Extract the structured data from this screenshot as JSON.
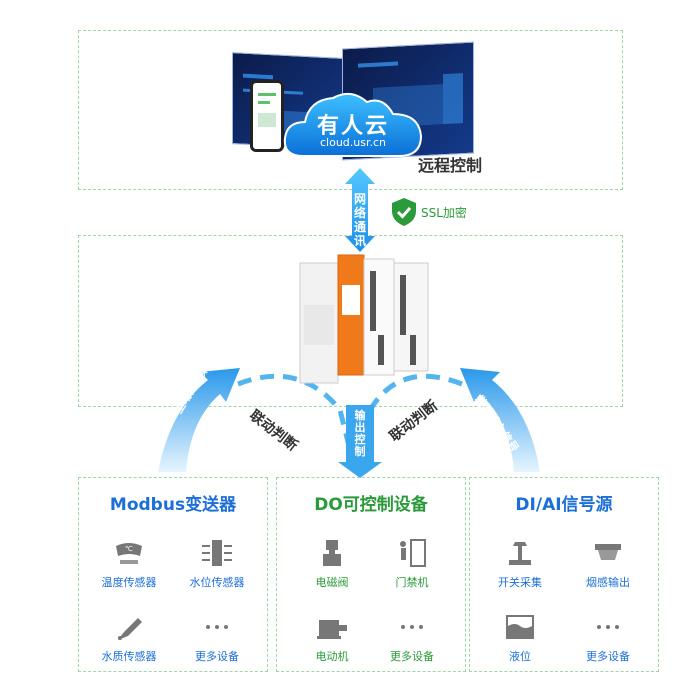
{
  "cloud": {
    "brand": "有人云",
    "url": "cloud.usr.cn",
    "remote_label": "远程控制"
  },
  "link": {
    "comm_chars": [
      "网",
      "络",
      "通",
      "讯"
    ],
    "ssl_label": "SSL加密"
  },
  "flow": {
    "left_arc": "主动口采集",
    "right_arc": "监测输入信号",
    "left_logic": "联动判断",
    "right_logic": "联动判断",
    "center_chars": [
      "输",
      "出",
      "控",
      "制"
    ]
  },
  "panels": {
    "modbus": {
      "title": "Modbus变送器",
      "color": "#1d6fd8",
      "items": [
        "温度传感器",
        "水位传感器",
        "水质传感器",
        "更多设备"
      ],
      "icons": [
        "temperature-icon",
        "water-level-icon",
        "water-quality-icon",
        "more-icon"
      ]
    },
    "do": {
      "title": "DO可控制设备",
      "color": "#2a9a3a",
      "items": [
        "电磁阀",
        "门禁机",
        "电动机",
        "更多设备"
      ],
      "icons": [
        "solenoid-valve-icon",
        "access-control-icon",
        "motor-icon",
        "more-icon"
      ]
    },
    "di": {
      "title": "DI/AI信号源",
      "color": "#1d6fd8",
      "items": [
        "开关采集",
        "烟感输出",
        "液位",
        "更多设备"
      ],
      "icons": [
        "switch-icon",
        "smoke-detector-icon",
        "liquid-level-icon",
        "more-icon"
      ]
    }
  },
  "colors": {
    "blue": "#1d6fd8",
    "green": "#2a9a3a",
    "dash": "#9fd6a8",
    "arrow": "#54b4ee"
  }
}
